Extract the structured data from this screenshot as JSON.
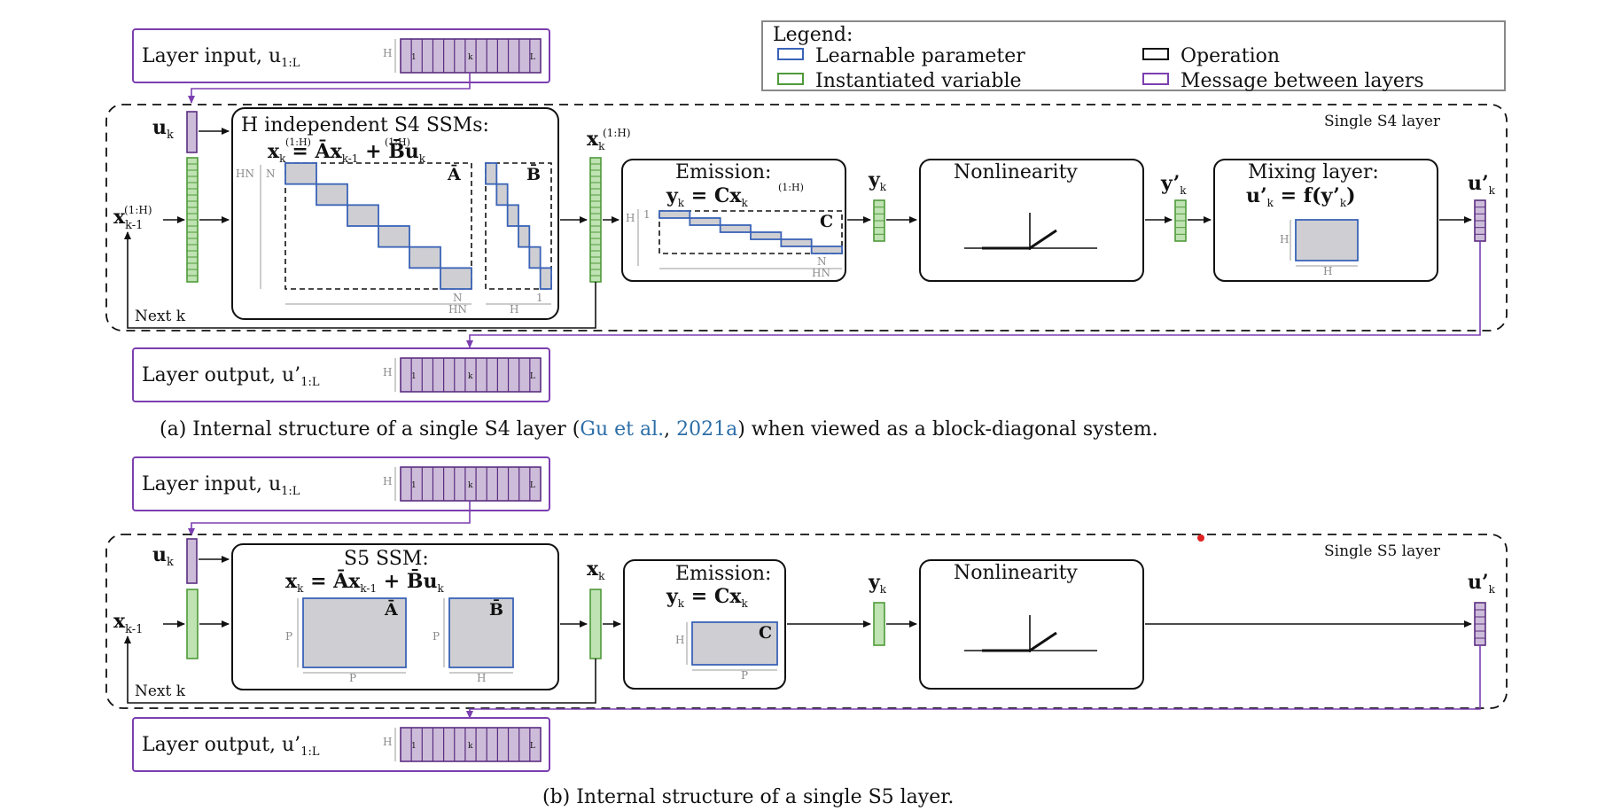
{
  "legend": {
    "title": "Legend:",
    "learnable": "Learnable parameter",
    "instantiated": "Instantiated variable",
    "operation": "Operation",
    "message": "Message between layers"
  },
  "colors": {
    "learnable": "#3a63b7",
    "instantiated": "#4f9a3a",
    "message": "#7b3fb0",
    "operation": "#111111",
    "param_fill": "#cfcfd3"
  },
  "top": {
    "layer_input": "Layer input, u",
    "layer_input_sub": "1:L",
    "layer_output": "Layer output, u’",
    "layer_output_sub": "1:L",
    "tape_h": "H",
    "tape_first": "1",
    "tape_k": "k",
    "tape_last": "L",
    "panel_title": "Single S4 layer",
    "uk": "u",
    "uk_sub": "k",
    "xk1": "x",
    "xk1_sub": "k-1",
    "xk1_sup": "(1:H)",
    "next_k": "Next k",
    "ssm_title": "H independent S4 SSMs:",
    "ssm_eq_lhs": "x",
    "ssm_eq_lhs_sub": "k",
    "ssm_eq_lhs_sup": "(1:H)",
    "ssm_eq_rhs": "= Āx",
    "ssm_eq_rhs_sub": "k-1",
    "ssm_eq_rhs_sup": "(1:H)",
    "ssm_eq_rhs2": "+ B̄u",
    "ssm_eq_rhs2_sub": "k",
    "A_label": "Ā",
    "B_label": "B̄",
    "dim_HN": "HN",
    "dim_N": "N",
    "dim_H": "H",
    "dim_1": "1",
    "xk_out": "x",
    "xk_out_sub": "k",
    "xk_out_sup": "(1:H)",
    "emission_title": "Emission:",
    "emission_eq": "y",
    "emission_eq_sub": "k",
    "emission_eq_rhs": "= Cx",
    "emission_eq_rhs_sub": "k",
    "emission_eq_rhs_sup": "(1:H)",
    "C_label": "C",
    "yk": "y",
    "yk_sub": "k",
    "nonlinearity": "Nonlinearity",
    "ypk": "y’",
    "ypk_sub": "k",
    "mixing_title": "Mixing layer:",
    "mixing_eq": "u’",
    "mixing_eq_sub": "k",
    "mixing_eq_rhs": "= f(y’",
    "mixing_eq_rhs_sub": "k",
    "mixing_eq_close": ")",
    "upk": "u’",
    "upk_sub": "k",
    "caption_pre": "(a) Internal structure of a single S4 layer (",
    "caption_cite1": "Gu et al.",
    "caption_mid": ", ",
    "caption_cite2": "2021a",
    "caption_post": ") when viewed as a block-diagonal system."
  },
  "bottom": {
    "layer_input": "Layer input, u",
    "layer_input_sub": "1:L",
    "layer_output": "Layer output, u’",
    "layer_output_sub": "1:L",
    "panel_title": "Single S5 layer",
    "uk": "u",
    "uk_sub": "k",
    "xk1": "x",
    "xk1_sub": "k-1",
    "next_k": "Next k",
    "ssm_title": "S5 SSM:",
    "ssm_eq": "x",
    "ssm_eq_sub": "k",
    "ssm_eq_rhs": "= Āx",
    "ssm_eq_rhs_sub": "k-1",
    "ssm_eq_rhs2": "+ B̄u",
    "ssm_eq_rhs2_sub": "k",
    "A_label": "Ā",
    "B_label": "B̄",
    "dim_P": "P",
    "dim_H": "H",
    "xk_out": "x",
    "xk_out_sub": "k",
    "emission_title": "Emission:",
    "emission_eq": "y",
    "emission_eq_sub": "k",
    "emission_eq_rhs": "= Cx",
    "emission_eq_rhs_sub": "k",
    "C_label": "C",
    "yk": "y",
    "yk_sub": "k",
    "nonlinearity": "Nonlinearity",
    "upk": "u’",
    "upk_sub": "k",
    "caption": "(b) Internal structure of a single S5 layer."
  }
}
